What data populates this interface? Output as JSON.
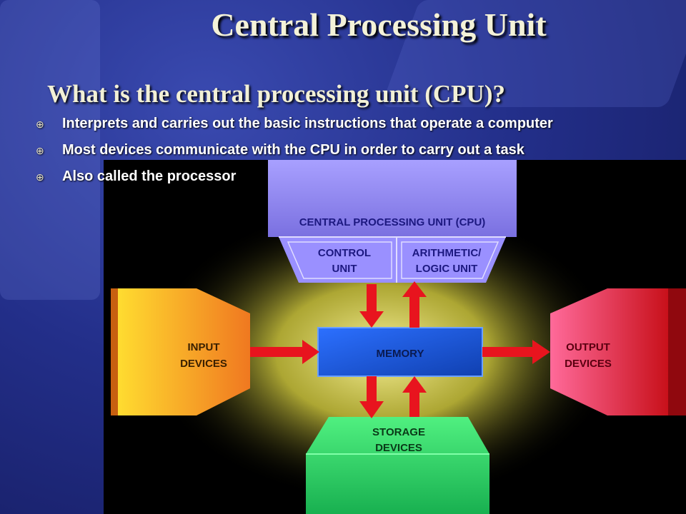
{
  "slide": {
    "title": "Central Processing Unit",
    "subtitle": "What is the central processing unit (CPU)?",
    "bullet_icon": "⊕",
    "bullets": [
      "Interprets and carries out the basic instructions that operate a computer",
      "Most devices communicate with the CPU in order to carry out a task",
      "Also called the processor"
    ]
  },
  "diagram": {
    "cpu_label": "CENTRAL PROCESSING UNIT (CPU)",
    "control_unit": [
      "CONTROL",
      "UNIT"
    ],
    "alu": [
      "ARITHMETIC/",
      "LOGIC UNIT"
    ],
    "input_devices": [
      "INPUT",
      "DEVICES"
    ],
    "memory": "MEMORY",
    "output_devices": [
      "OUTPUT",
      "DEVICES"
    ],
    "storage_devices": [
      "STORAGE",
      "DEVICES"
    ],
    "colors": {
      "cpu": "#8a80f0",
      "memory": "#1f5ce0",
      "input": "#f5a623",
      "output": "#f04a6a",
      "storage": "#2ed06a",
      "arrow": "#e8141e",
      "glow": "#e8e060"
    }
  }
}
